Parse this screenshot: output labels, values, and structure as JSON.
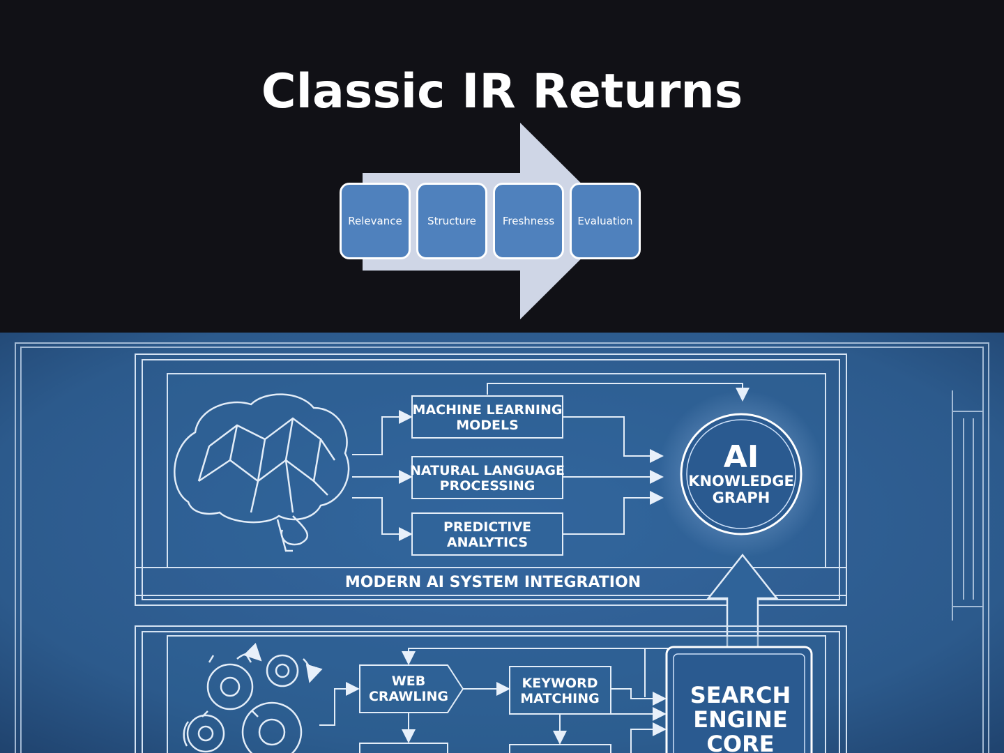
{
  "slide": {
    "title": "Classic IR Returns",
    "steps": [
      "Relevance",
      "Structure",
      "Freshness",
      "Evaluation"
    ]
  },
  "blueprint": {
    "ai_panel": {
      "boxes": [
        [
          "MACHINE LEARNING",
          "MODELS"
        ],
        [
          "NATURAL LANGUAGE",
          "PROCESSING"
        ],
        [
          "PREDICTIVE",
          "ANALYTICS"
        ]
      ],
      "hub": [
        "AI",
        "KNOWLEDGE",
        "GRAPH"
      ],
      "caption": "MODERN AI SYSTEM INTEGRATION"
    },
    "search_panel": {
      "boxes": [
        [
          "WEB",
          "CRAWLING"
        ],
        [
          "KEYWORD",
          "MATCHING"
        ]
      ],
      "core": [
        "SEARCH",
        "ENGINE",
        "CORE"
      ]
    }
  },
  "colors": {
    "background": "#111116",
    "step_fill": "#4f81bd",
    "chevron": "#cfd6e6",
    "blueprint": "#2e5f93"
  }
}
